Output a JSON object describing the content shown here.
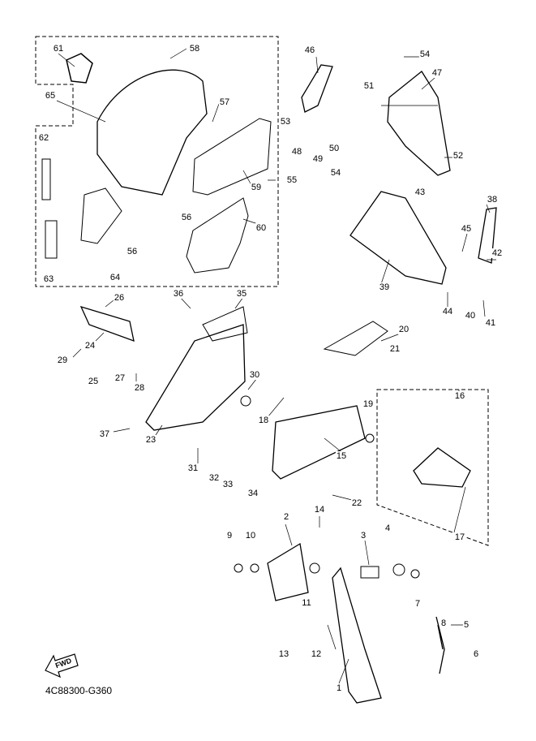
{
  "diagram_code": "4C88300-G360",
  "fwd_arrow_text": "FWD",
  "callouts": [
    "61",
    "58",
    "65",
    "57",
    "62",
    "55",
    "59",
    "56",
    "60",
    "56",
    "64",
    "63",
    "46",
    "54",
    "47",
    "51",
    "53",
    "48",
    "50",
    "49",
    "52",
    "54",
    "43",
    "38",
    "45",
    "42",
    "39",
    "44",
    "40",
    "41",
    "36",
    "35",
    "26",
    "24",
    "29",
    "25",
    "27",
    "28",
    "20",
    "21",
    "30",
    "18",
    "37",
    "23",
    "31",
    "32",
    "33",
    "34",
    "16",
    "19",
    "15",
    "22",
    "17",
    "14",
    "2",
    "9",
    "10",
    "3",
    "4",
    "11",
    "7",
    "8",
    "5",
    "6",
    "13",
    "12",
    "1"
  ]
}
